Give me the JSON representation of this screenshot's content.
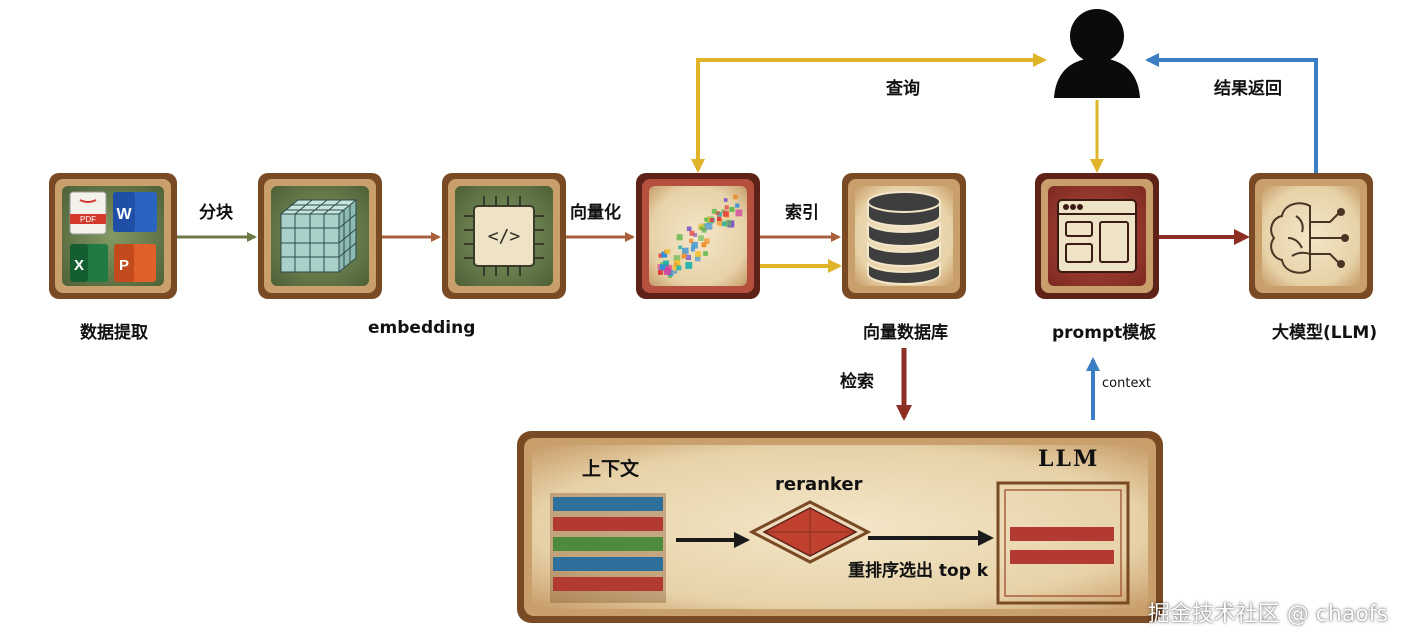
{
  "nodes": {
    "data_extract": "数据提取",
    "embedding": "embedding",
    "vector_db": "向量数据库",
    "prompt_template": "prompt模板",
    "llm": "大模型(LLM)"
  },
  "edges": {
    "chunk": "分块",
    "vectorize": "向量化",
    "index": "索引",
    "query": "查询",
    "return_result": "结果返回",
    "retrieve": "检索",
    "context": "context"
  },
  "panel": {
    "context_title": "上下文",
    "reranker": "reranker",
    "rerank_caption": "重排序选出 top k",
    "llm_title": "LLM"
  },
  "doc_icons": [
    "PDF",
    "W",
    "X",
    "P"
  ],
  "watermark": "掘金技术社区 @ chaofs",
  "colors": {
    "frame": "#c9a06b",
    "frame_dark": "#7a4a24",
    "green_tile": "#6b7f4e",
    "red_tile": "#9b3a2e",
    "parchment": "#ecdcbc",
    "arrow_brown": "#a8603c",
    "arrow_green": "#6e7a45",
    "arrow_yellow": "#e0b429",
    "arrow_blue": "#3b7ec4",
    "arrow_red": "#8e2f26",
    "bar_blue": "#2f6f9c",
    "bar_red": "#b33a30",
    "bar_green": "#4f8b3c"
  }
}
